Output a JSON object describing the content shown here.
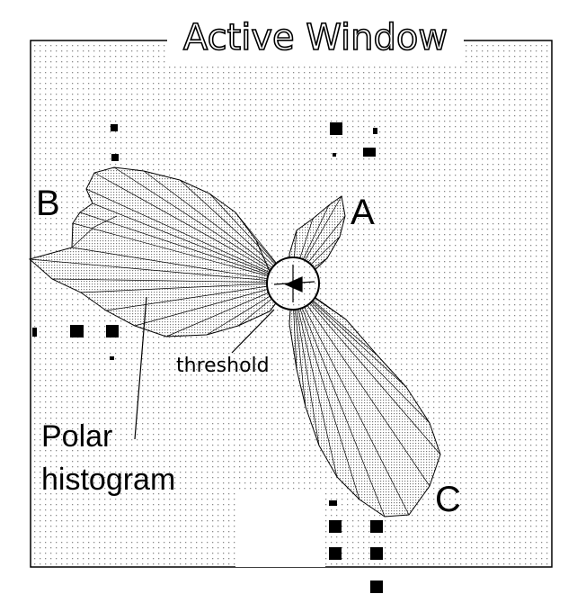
{
  "window": {
    "title": "Active Window"
  },
  "labels": {
    "a": "A",
    "b": "B",
    "c": "C",
    "threshold": "threshold",
    "polar_line1": "Polar",
    "polar_line2": "histogram"
  },
  "colors": {
    "ink": "#000000",
    "paper": "#ffffff",
    "dots": "#9a9a9a"
  }
}
